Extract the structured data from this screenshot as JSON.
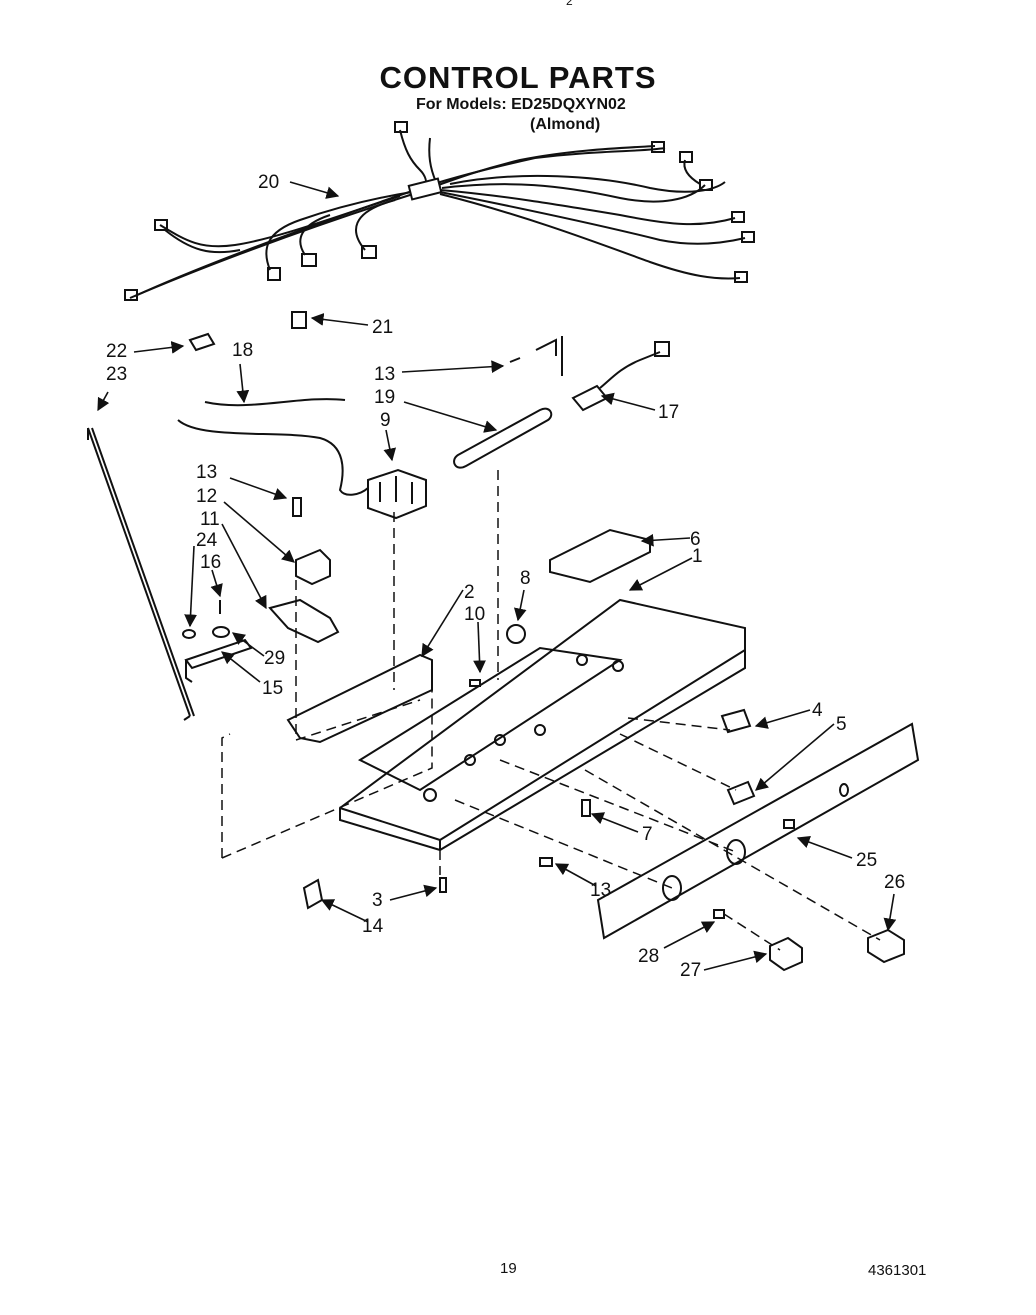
{
  "header": {
    "title": "CONTROL PARTS",
    "models_line": "For Models: ED25DQXYN02",
    "color_line": "(Almond)",
    "top_mark": "2"
  },
  "footer": {
    "page_number": "19",
    "doc_number": "4361301"
  },
  "callouts": {
    "c1": "1",
    "c2": "2",
    "c3": "3",
    "c4": "4",
    "c5": "5",
    "c6": "6",
    "c7": "7",
    "c8": "8",
    "c9": "9",
    "c10": "10",
    "c11": "11",
    "c12": "12",
    "c13a": "13",
    "c13b": "13",
    "c13c": "13",
    "c14": "14",
    "c15": "15",
    "c16": "16",
    "c17": "17",
    "c18": "18",
    "c19": "19",
    "c20": "20",
    "c21": "21",
    "c22": "22",
    "c23": "23",
    "c24": "24",
    "c25": "25",
    "c26": "26",
    "c27": "27",
    "c28": "28",
    "c29": "29"
  }
}
